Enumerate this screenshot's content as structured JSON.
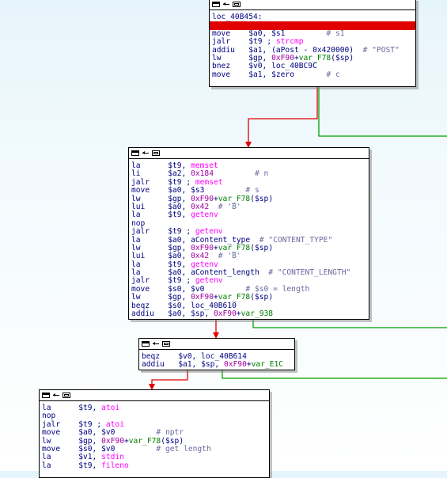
{
  "colors": {
    "edge_true": "#00a000",
    "edge_false": "#e00000",
    "selection": "#e00000"
  },
  "icons": [
    "graph-icon",
    "collapse-icon",
    "window-icon"
  ],
  "blocks": [
    {
      "id": "block-loc-40b454",
      "lines": [
        {
          "kind": "label",
          "text": "loc_40B454:"
        },
        {
          "kind": "selected",
          "mn": "",
          "ops": []
        },
        {
          "kind": "code",
          "mn": "move    ",
          "ops": [
            {
              "c": "op",
              "t": "$a0, $s1"
            }
          ],
          "cm": "         # s1"
        },
        {
          "kind": "code",
          "mn": "jalr    ",
          "ops": [
            {
              "c": "op",
              "t": "$t9 ; "
            },
            {
              "c": "fn",
              "t": "strcmp"
            }
          ],
          "cm": ""
        },
        {
          "kind": "code",
          "mn": "addiu   ",
          "ops": [
            {
              "c": "op",
              "t": "$a1, (aPost - 0x420000)"
            }
          ],
          "cm": "  # \"POST\""
        },
        {
          "kind": "code",
          "mn": "lw      ",
          "ops": [
            {
              "c": "op",
              "t": "$gp, "
            },
            {
              "c": "nm",
              "t": "0xF90"
            },
            {
              "c": "op",
              "t": "+"
            },
            {
              "c": "vr",
              "t": "var_F78"
            },
            {
              "c": "op",
              "t": "($sp)"
            }
          ],
          "cm": ""
        },
        {
          "kind": "code",
          "mn": "bnez    ",
          "ops": [
            {
              "c": "op",
              "t": "$v0, loc_40BC9C"
            }
          ],
          "cm": ""
        },
        {
          "kind": "code",
          "mn": "move    ",
          "ops": [
            {
              "c": "op",
              "t": "$a1, $zero"
            }
          ],
          "cm": "       # c"
        }
      ]
    },
    {
      "id": "block-memset-getenv",
      "lines": [
        {
          "kind": "code",
          "mn": "la      ",
          "ops": [
            {
              "c": "op",
              "t": "$t9, "
            },
            {
              "c": "fn",
              "t": "memset"
            }
          ],
          "cm": ""
        },
        {
          "kind": "code",
          "mn": "li      ",
          "ops": [
            {
              "c": "op",
              "t": "$a2, "
            },
            {
              "c": "nm",
              "t": "0x184"
            }
          ],
          "cm": "         # n"
        },
        {
          "kind": "code",
          "mn": "jalr    ",
          "ops": [
            {
              "c": "op",
              "t": "$t9 ; "
            },
            {
              "c": "fn",
              "t": "memset"
            }
          ],
          "cm": ""
        },
        {
          "kind": "code",
          "mn": "move    ",
          "ops": [
            {
              "c": "op",
              "t": "$a0, $s3"
            }
          ],
          "cm": "         # s"
        },
        {
          "kind": "code",
          "mn": "lw      ",
          "ops": [
            {
              "c": "op",
              "t": "$gp, "
            },
            {
              "c": "nm",
              "t": "0xF90"
            },
            {
              "c": "op",
              "t": "+"
            },
            {
              "c": "vr",
              "t": "var_F78"
            },
            {
              "c": "op",
              "t": "($sp)"
            }
          ],
          "cm": ""
        },
        {
          "kind": "code",
          "mn": "lui     ",
          "ops": [
            {
              "c": "op",
              "t": "$a0, "
            },
            {
              "c": "nm",
              "t": "0x42"
            }
          ],
          "cm": "  # 'B'"
        },
        {
          "kind": "code",
          "mn": "la      ",
          "ops": [
            {
              "c": "op",
              "t": "$t9, "
            },
            {
              "c": "fn",
              "t": "getenv"
            }
          ],
          "cm": ""
        },
        {
          "kind": "code",
          "mn": "nop",
          "ops": [],
          "cm": ""
        },
        {
          "kind": "code",
          "mn": "jalr    ",
          "ops": [
            {
              "c": "op",
              "t": "$t9 ; "
            },
            {
              "c": "fn",
              "t": "getenv"
            }
          ],
          "cm": ""
        },
        {
          "kind": "code",
          "mn": "la      ",
          "ops": [
            {
              "c": "op",
              "t": "$a0, aContent_type"
            }
          ],
          "cm": "  # \"CONTENT_TYPE\""
        },
        {
          "kind": "code",
          "mn": "lw      ",
          "ops": [
            {
              "c": "op",
              "t": "$gp, "
            },
            {
              "c": "nm",
              "t": "0xF90"
            },
            {
              "c": "op",
              "t": "+"
            },
            {
              "c": "vr",
              "t": "var_F78"
            },
            {
              "c": "op",
              "t": "($sp)"
            }
          ],
          "cm": ""
        },
        {
          "kind": "code",
          "mn": "lui     ",
          "ops": [
            {
              "c": "op",
              "t": "$a0, "
            },
            {
              "c": "nm",
              "t": "0x42"
            }
          ],
          "cm": "  # 'B'"
        },
        {
          "kind": "code",
          "mn": "la      ",
          "ops": [
            {
              "c": "op",
              "t": "$t9, "
            },
            {
              "c": "fn",
              "t": "getenv"
            }
          ],
          "cm": ""
        },
        {
          "kind": "code",
          "mn": "la      ",
          "ops": [
            {
              "c": "op",
              "t": "$a0, aContent_length"
            }
          ],
          "cm": "  # \"CONTENT_LENGTH\""
        },
        {
          "kind": "code",
          "mn": "jalr    ",
          "ops": [
            {
              "c": "op",
              "t": "$t9 ; "
            },
            {
              "c": "fn",
              "t": "getenv"
            }
          ],
          "cm": ""
        },
        {
          "kind": "code",
          "mn": "move    ",
          "ops": [
            {
              "c": "op",
              "t": "$s0, $v0"
            }
          ],
          "cm": "         # $s0 = length"
        },
        {
          "kind": "code",
          "mn": "lw      ",
          "ops": [
            {
              "c": "op",
              "t": "$gp, "
            },
            {
              "c": "nm",
              "t": "0xF90"
            },
            {
              "c": "op",
              "t": "+"
            },
            {
              "c": "vr",
              "t": "var_F78"
            },
            {
              "c": "op",
              "t": "($sp)"
            }
          ],
          "cm": ""
        },
        {
          "kind": "code",
          "mn": "beqz    ",
          "ops": [
            {
              "c": "op",
              "t": "$s0, loc_40B610"
            }
          ],
          "cm": ""
        },
        {
          "kind": "code",
          "mn": "addiu   ",
          "ops": [
            {
              "c": "op",
              "t": "$a0, $sp, "
            },
            {
              "c": "nm",
              "t": "0xF90"
            },
            {
              "c": "op",
              "t": "+"
            },
            {
              "c": "vr",
              "t": "var_938"
            }
          ],
          "cm": ""
        }
      ]
    },
    {
      "id": "block-beqz-v0",
      "lines": [
        {
          "kind": "code",
          "mn": "beqz    ",
          "ops": [
            {
              "c": "op",
              "t": "$v0, loc_40B614"
            }
          ],
          "cm": ""
        },
        {
          "kind": "code",
          "mn": "addiu   ",
          "ops": [
            {
              "c": "op",
              "t": "$a1, $sp, "
            },
            {
              "c": "nm",
              "t": "0xF90"
            },
            {
              "c": "op",
              "t": "+"
            },
            {
              "c": "vr",
              "t": "var_E1C"
            }
          ],
          "cm": ""
        }
      ]
    },
    {
      "id": "block-atoi-fileno",
      "lines": [
        {
          "kind": "code",
          "mn": "la      ",
          "ops": [
            {
              "c": "op",
              "t": "$t9, "
            },
            {
              "c": "fn",
              "t": "atoi"
            }
          ],
          "cm": ""
        },
        {
          "kind": "code",
          "mn": "nop",
          "ops": [],
          "cm": ""
        },
        {
          "kind": "code",
          "mn": "jalr    ",
          "ops": [
            {
              "c": "op",
              "t": "$t9 ; "
            },
            {
              "c": "fn",
              "t": "atoi"
            }
          ],
          "cm": ""
        },
        {
          "kind": "code",
          "mn": "move    ",
          "ops": [
            {
              "c": "op",
              "t": "$a0, $v0"
            }
          ],
          "cm": "         # nptr"
        },
        {
          "kind": "code",
          "mn": "lw      ",
          "ops": [
            {
              "c": "op",
              "t": "$gp, "
            },
            {
              "c": "nm",
              "t": "0xF90"
            },
            {
              "c": "op",
              "t": "+"
            },
            {
              "c": "vr",
              "t": "var_F78"
            },
            {
              "c": "op",
              "t": "($sp)"
            }
          ],
          "cm": ""
        },
        {
          "kind": "code",
          "mn": "move    ",
          "ops": [
            {
              "c": "op",
              "t": "$s0, $v0"
            }
          ],
          "cm": "         # get length"
        },
        {
          "kind": "code",
          "mn": "la      ",
          "ops": [
            {
              "c": "op",
              "t": "$v1, "
            },
            {
              "c": "fn",
              "t": "stdin"
            }
          ],
          "cm": ""
        },
        {
          "kind": "code",
          "mn": "la      ",
          "ops": [
            {
              "c": "op",
              "t": "$t9, "
            },
            {
              "c": "fn",
              "t": "fileno"
            }
          ],
          "cm": ""
        }
      ]
    }
  ]
}
